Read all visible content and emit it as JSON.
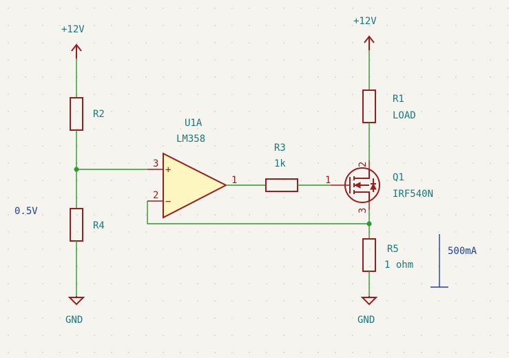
{
  "colors": {
    "background": "#f5f4ef",
    "grid_dots": "#d8d7cf",
    "wire": "#2c9a2c",
    "component": "#9b1c1c",
    "component_fill": "#fdf6c0",
    "label": "#187a7a",
    "pin_number": "#9b1c1c",
    "annotation": "#1f3f9f"
  },
  "power": {
    "vcc_left": "+12V",
    "vcc_right": "+12V",
    "gnd_left": "GND",
    "gnd_right": "GND"
  },
  "components": {
    "r2": {
      "ref": "R2"
    },
    "r4": {
      "ref": "R4"
    },
    "u1": {
      "ref": "U1A",
      "value": "LM358",
      "pin_plus": "3",
      "pin_minus": "2",
      "pin_out": "1",
      "plus_sign": "+",
      "minus_sign": "−"
    },
    "r3": {
      "ref": "R3",
      "value": "1k",
      "pin": "1"
    },
    "q1": {
      "ref": "Q1",
      "value": "IRF540N",
      "pin_gate": "1",
      "pin_drain": "2",
      "pin_source": "3"
    },
    "r1": {
      "ref": "R1",
      "value": "LOAD"
    },
    "r5": {
      "ref": "R5",
      "value": "1 ohm"
    }
  },
  "annotations": {
    "divider_voltage": "0.5V",
    "current": "500mA"
  }
}
